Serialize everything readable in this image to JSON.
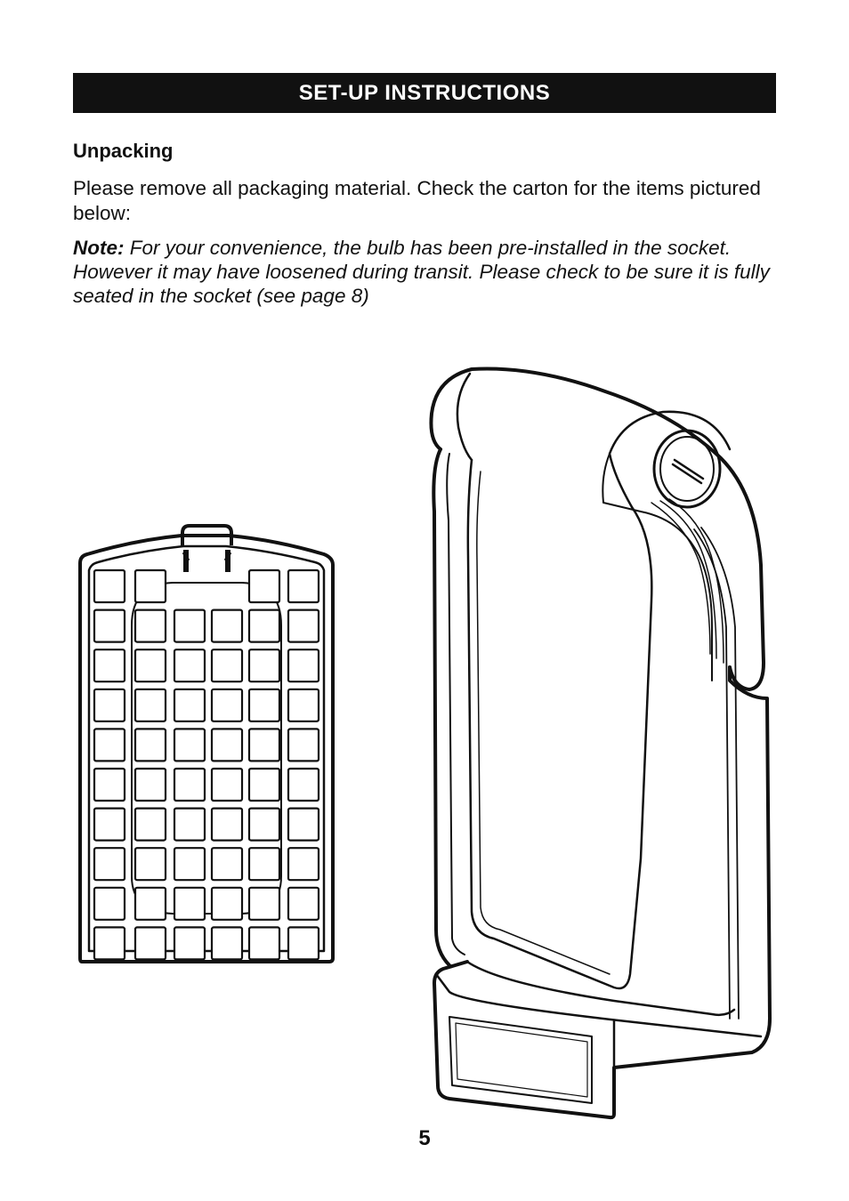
{
  "header": {
    "title": "SET-UP INSTRUCTIONS"
  },
  "section": {
    "heading": "Unpacking",
    "intro": "Please remove all packaging material. Check the carton for the items pictured below:",
    "note_label": "Note:",
    "note_text": " For your convenience, the bulb has been pre-installed in the socket. However it may have loosened during transit. Please check to be sure it is fully seated in the socket (see page 8)"
  },
  "footer": {
    "page_number": "5"
  }
}
